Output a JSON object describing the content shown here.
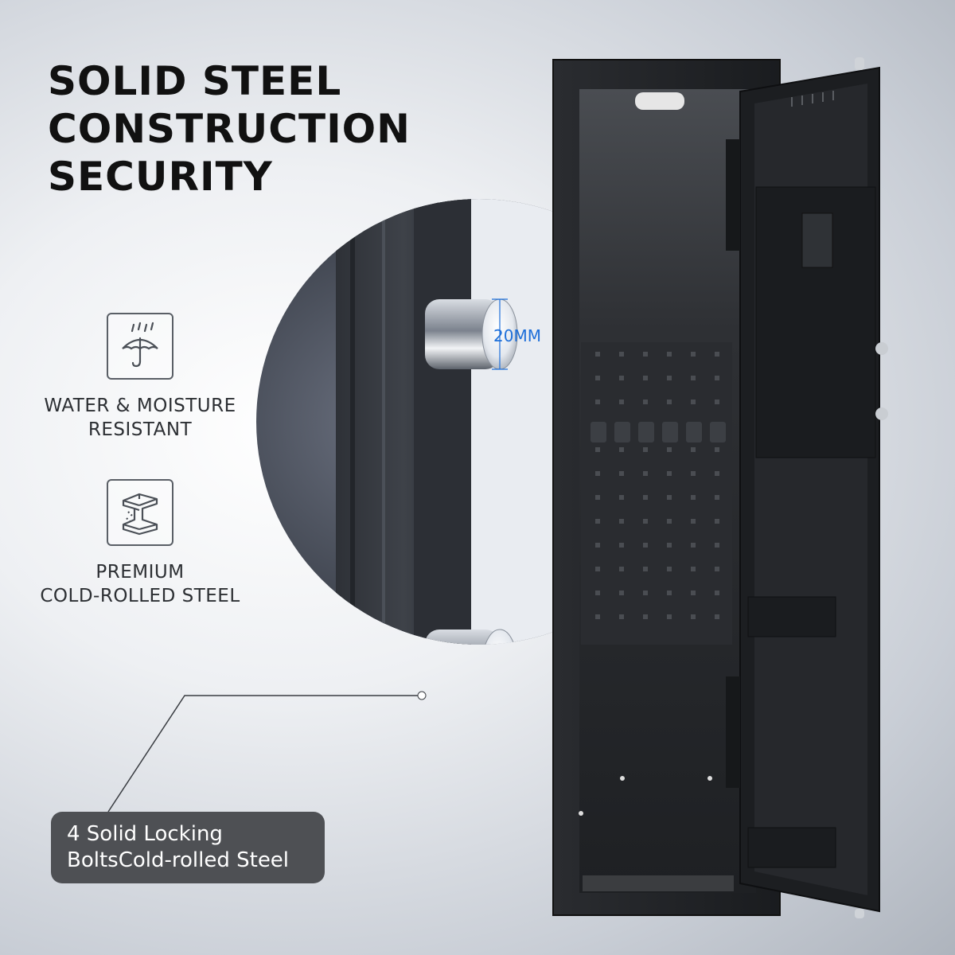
{
  "headline": {
    "line1": "SOLID STEEL",
    "line2": "CONSTRUCTION",
    "line3": "SECURITY"
  },
  "features": [
    {
      "icon": "umbrella-rain-icon",
      "line1": "WATER & MOISTURE",
      "line2": "RESISTANT"
    },
    {
      "icon": "steel-beam-icon",
      "line1": "PREMIUM",
      "line2": "COLD-ROLLED STEEL"
    }
  ],
  "zoom": {
    "dimension_label": "20MM"
  },
  "badge": {
    "line1": "4 Solid Locking",
    "line2": "BoltsCold-rolled Steel"
  },
  "colors": {
    "accent": "#1e6fd9",
    "badge_bg": "#4e5054",
    "safe_body": "#1f2124"
  }
}
